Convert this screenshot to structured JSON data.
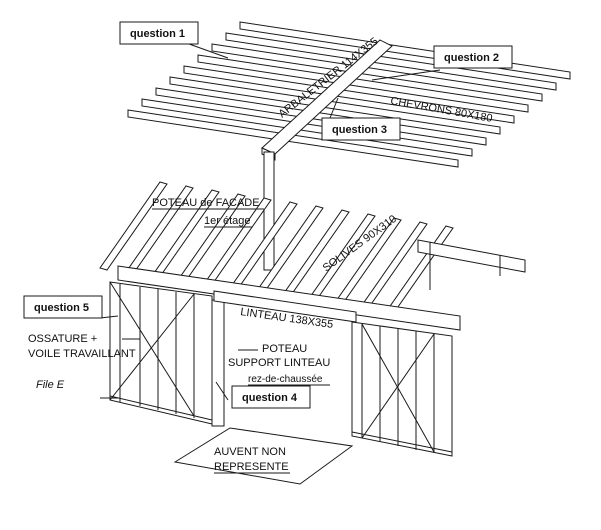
{
  "questions": {
    "q1": "question 1",
    "q2": "question 2",
    "q3": "question 3",
    "q4": "question 4",
    "q5": "question 5"
  },
  "labels": {
    "arbaletrier": "ARBALETRIER 114X355",
    "chevrons": "CHEVRONS 80X180",
    "poteau_facade": "POTEAU de FACADE",
    "premier_etage": "1er étage",
    "solives": "SOLIVES 90X310",
    "linteau": "LINTEAU 138X355",
    "ossature_1": "OSSATURE +",
    "ossature_2": "VOILE TRAVAILLANT",
    "poteau_support_1": "POTEAU",
    "poteau_support_2": "SUPPORT LINTEAU",
    "rez_de_chaussee": "rez-de-chaussée",
    "file_e": "File E",
    "auvent_1": "AUVENT NON",
    "auvent_2": "REPRESENTE"
  },
  "colors": {
    "line": "#1a1a1a",
    "box_fill": "#ffffff"
  }
}
